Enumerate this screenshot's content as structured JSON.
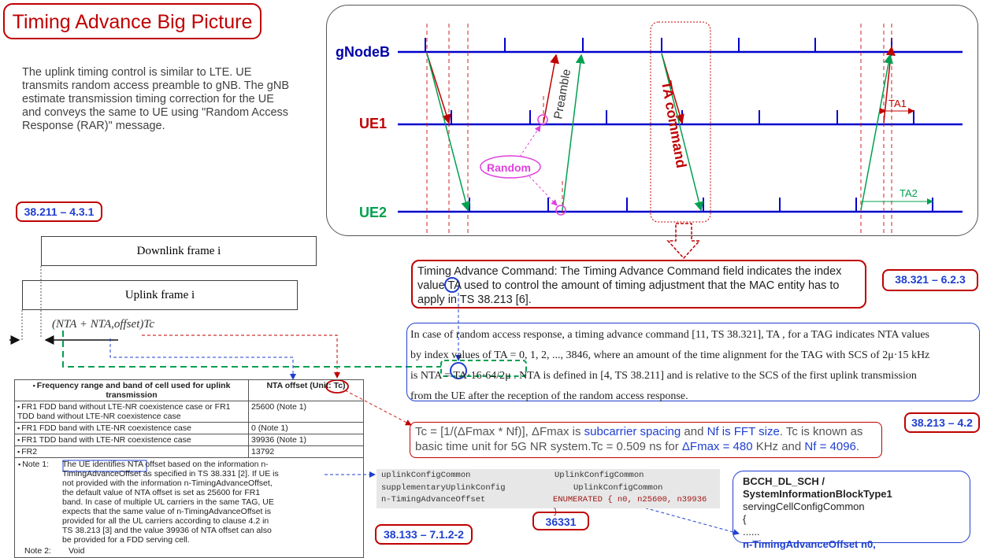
{
  "title": "Timing Advance Big Picture",
  "intro": "The uplink timing control is similar to LTE. UE transmits random access preamble to gNB. The gNB estimate transmission timing correction for the UE and conveys the same to UE using \"Random Access Response (RAR)\" message.",
  "refs": {
    "r1": "38.211 – 4.3.1",
    "r2": "38.321 – 6.2.3",
    "r3": "38.213 – 4.2",
    "r4": "38.133 – 7.1.2-2",
    "r5": "36331"
  },
  "frames": {
    "downlink": "Downlink frame i",
    "uplink": "Uplink frame i",
    "formula": "(NTA + NTA,offset)Tc"
  },
  "diagram": {
    "gnb": "gNodeB",
    "ue1": "UE1",
    "ue2": "UE2",
    "preamble": "Preamble",
    "ta_command": "TA command",
    "random": "Random",
    "ta1": "TA1",
    "ta2": "TA2",
    "colors": {
      "gnb": "#0000cc",
      "ue1": "#c00000",
      "ue2": "#00a050",
      "link": "#0000cc"
    }
  },
  "ta_command_text": "Timing Advance Command: The Timing Advance Command field indicates the index value TA used to control the amount of timing adjustment that the MAC entity has to apply in TS 38.213 [6].",
  "rar": {
    "line1": "In case of random access response, a timing advance command [11, TS 38.321], TA , for a TAG indicates NTA values",
    "line2": "by index values of TA = 0, 1, 2, ..., 3846, where an amount of the time alignment for the TAG with SCS of 2μ·15 kHz",
    "line3": "is NTA = TA·16·64/2μ . NTA is defined in [4, TS 38.211] and is relative to the SCS of the first uplink transmission",
    "line4": "from the UE after the reception of the random access response."
  },
  "tc": {
    "a": "Tc = [1/(ΔFmax * Nf)], ΔFmax is ",
    "b": "subcarrier spacing",
    "c": " and ",
    "d": "Nf is FFT size",
    "e": ". Tc is known as basic time unit for 5G NR system.Tc = 0.509 ns for ",
    "f": "ΔFmax = 480",
    "g": " KHz and ",
    "h": "Nf = 4096",
    "i": "."
  },
  "table": {
    "h1": "Frequency range and band of cell used for uplink transmission",
    "h2": "NTA offset (Unit: Tc)",
    "rows": [
      {
        "a": "FR1 FDD band without LTE-NR coexistence case or FR1 TDD band without LTE-NR coexistence case",
        "b": "25600 (Note 1)"
      },
      {
        "a": "FR1 FDD band with LTE-NR coexistence case",
        "b": "0 (Note 1)"
      },
      {
        "a": "FR1 TDD band with LTE-NR coexistence case",
        "b": "39936 (Note 1)"
      },
      {
        "a": "FR2",
        "b": "13792"
      }
    ],
    "note1_label": "Note 1:",
    "note1": "The UE identifies NTA offset based on the information n-TimingAdvanceOffset as specified in TS 38.331 [2]. If UE is not provided with the information n-TimingAdvanceOffset, the default value of NTA offset is set as 25600 for FR1 band. In case of multiple UL carriers in the same TAG, UE expects that the same value of n-TimingAdvanceOffset is provided for all the UL carriers according to clause 4.2 in TS 38.213 [3] and the value 39936 of NTA offset can also be provided for a FDD serving cell.",
    "note2_label": "Note 2:",
    "note2": "Void"
  },
  "code": [
    {
      "k": "uplinkConfigCommon",
      "v": "UplinkConfigCommon"
    },
    {
      "k": "supplementaryUplinkConfig",
      "v": "UplinkConfigCommon"
    },
    {
      "k": "n-TimingAdvanceOffset",
      "v": "ENUMERATED { n0, n25600, n39936 }"
    }
  ],
  "asn": {
    "title": "BCCH_DL_SCH / SystemInformationBlockType1",
    "l1": "servingCellConfigCommon",
    "l2": "{",
    "l3": "......",
    "l4": "n-TimingAdvanceOffset n0,"
  }
}
